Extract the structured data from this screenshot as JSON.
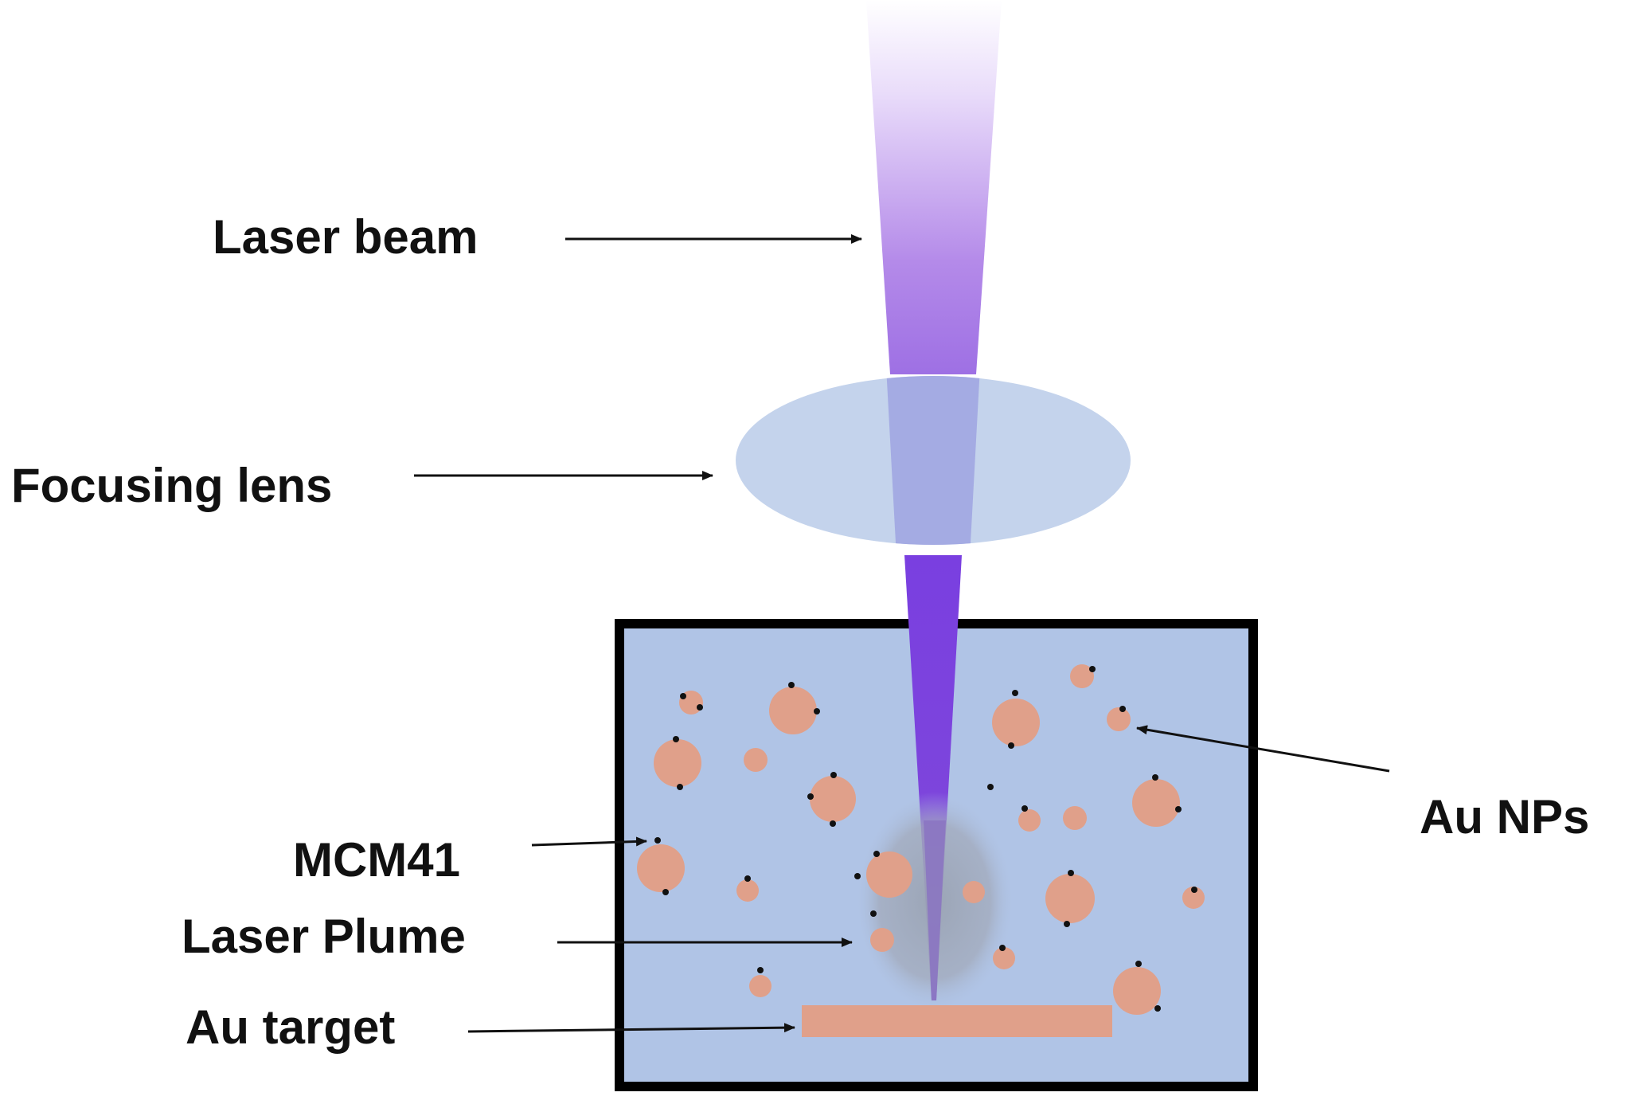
{
  "labels": {
    "laser_beam": "Laser beam",
    "focusing_lens": "Focusing lens",
    "au_nps": "Au NPs",
    "mcm41": "MCM41",
    "laser_plume": "Laser Plume",
    "au_target": "Au target"
  },
  "colors": {
    "background": "#ffffff",
    "beam_top": "#ffffff",
    "beam_mid": "#a77ee8",
    "beam_focused": "#7a3fe0",
    "lens": "#c4d3ec",
    "medium": "#b0c4e6",
    "container_border": "#000000",
    "gold": "#e0a08a",
    "plume": "#9aa3b3",
    "arrow": "#111111"
  }
}
